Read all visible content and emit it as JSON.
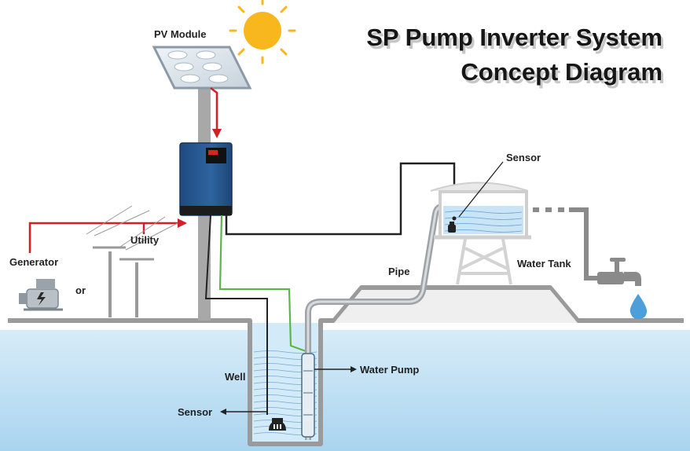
{
  "title": {
    "line1": "SP Pump Inverter System",
    "line2": "Concept Diagram"
  },
  "labels": {
    "pv_module": "PV Module",
    "utility": "Utility",
    "generator": "Generator",
    "or": "or",
    "sensor_tank": "Sensor",
    "water_tank": "Water Tank",
    "pipe": "Pipe",
    "well": "Well",
    "water_pump": "Water Pump",
    "sensor_well": "Sensor"
  },
  "colors": {
    "power_line": "#d51f26",
    "signal_line": "#222222",
    "pump_cable": "#5cb54a",
    "ground_water": "#bfe0f4",
    "terrain": "#9a9a9a",
    "inverter": "#2c5d9b",
    "sun": "#f7b71d"
  }
}
